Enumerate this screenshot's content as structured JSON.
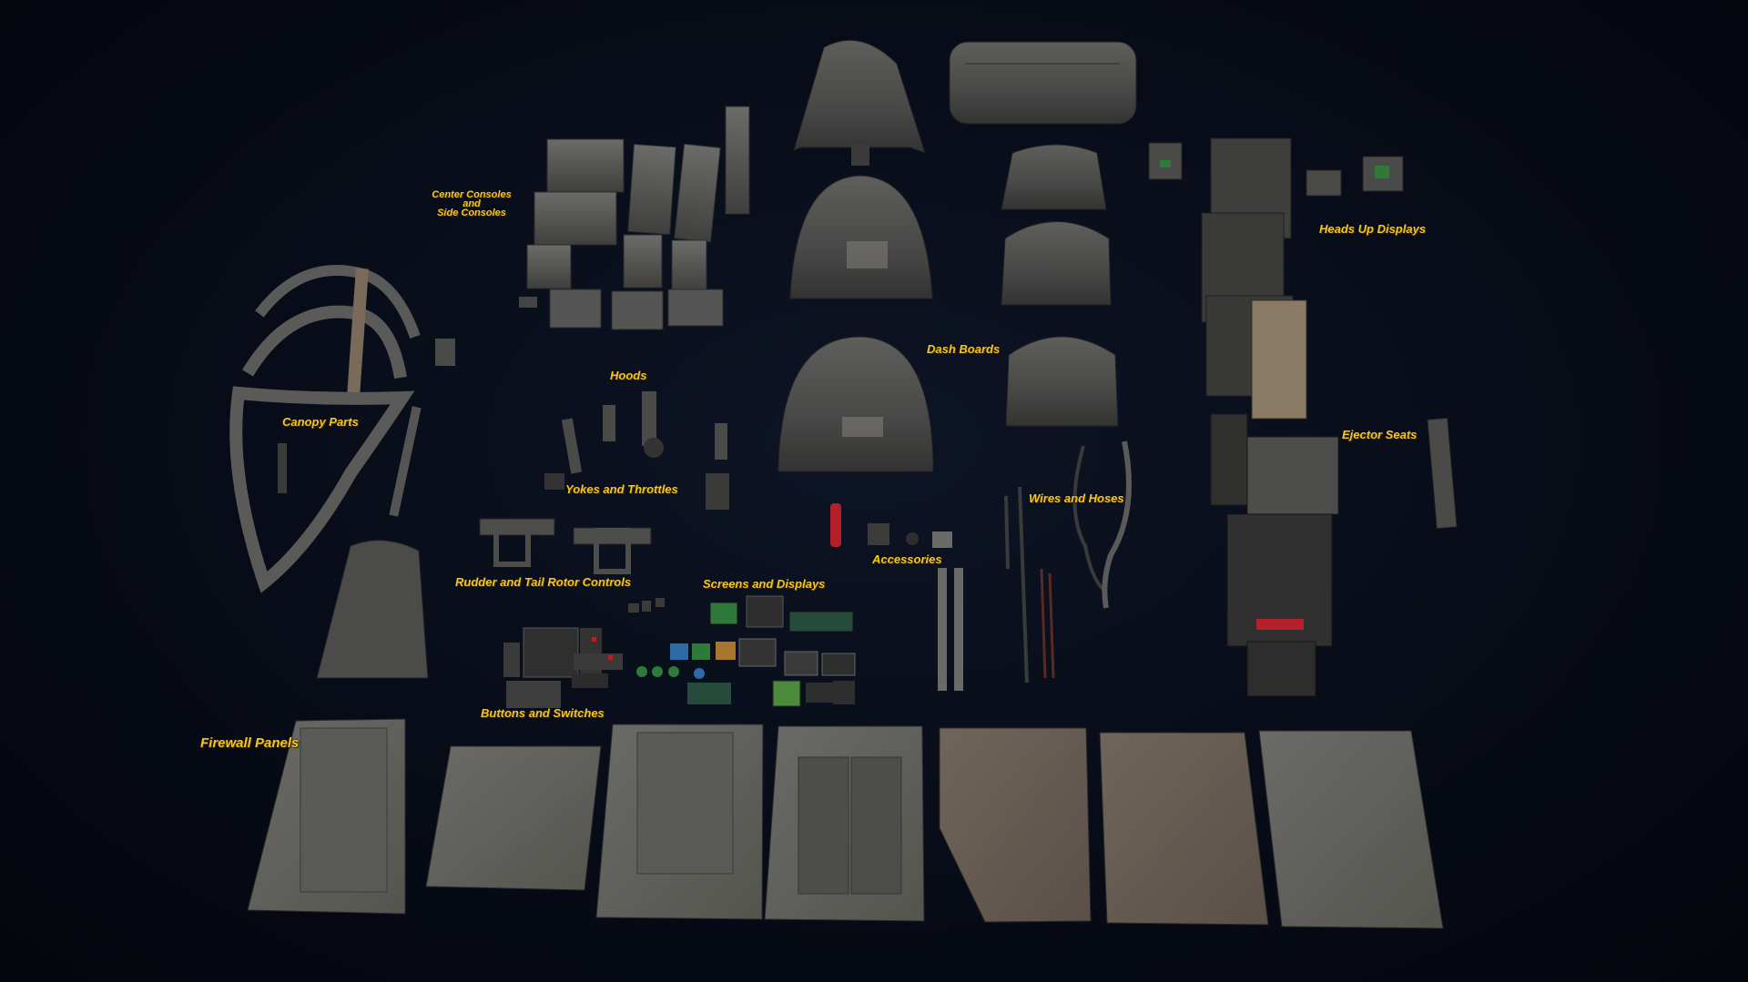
{
  "labels": {
    "center_consoles_line1": "Center Consoles",
    "center_consoles_line2": "and",
    "center_consoles_line3": "Side Consoles",
    "canopy_parts": "Canopy Parts",
    "hoods": "Hoods",
    "dash_boards": "Dash Boards",
    "heads_up_displays": "Heads Up Displays",
    "ejector_seats": "Ejector Seats",
    "yokes_and_throttles": "Yokes and Throttles",
    "wires_and_hoses": "Wires and Hoses",
    "accessories": "Accessories",
    "rudder_and_tail_rotor_controls": "Rudder and Tail Rotor Controls",
    "screens_and_displays": "Screens and Displays",
    "buttons_and_switches": "Buttons and Switches",
    "firewall_panels": "Firewall Panels"
  },
  "colors": {
    "background": "#070b16",
    "label": "#f5c518",
    "metal_dark": "#3c3c3c",
    "metal_mid": "#5a5a5a",
    "metal_light": "#7a7a78",
    "rust": "#6e5a46",
    "seat_fabric": "#8a7a66",
    "accent_red": "#b3202a",
    "screen_green": "#2f7a3a"
  }
}
